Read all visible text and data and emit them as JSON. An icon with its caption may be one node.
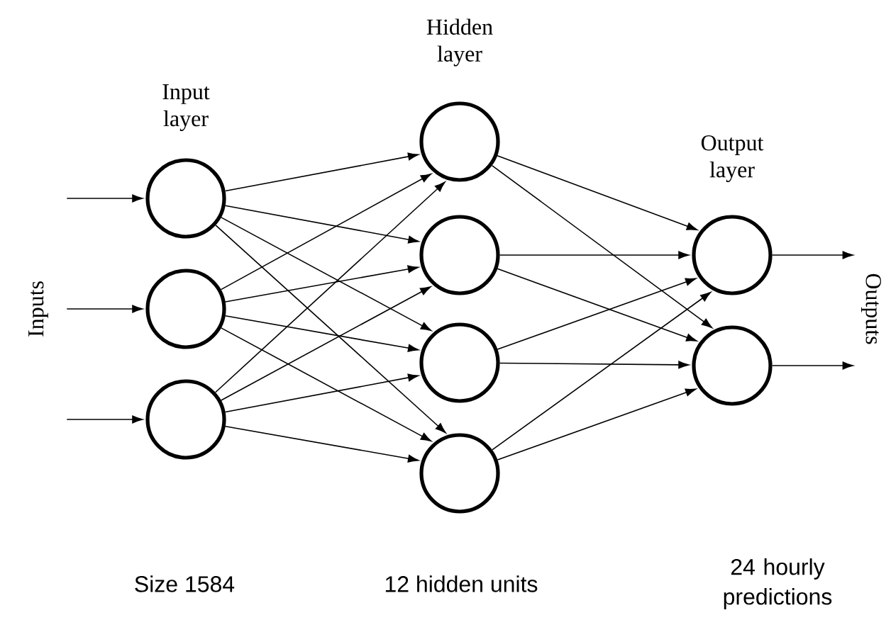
{
  "diagram": {
    "nodes": [
      {
        "text": [],
        "shape": "circle",
        "beside": [
          "Input layer"
        ]
      },
      {
        "text": [],
        "shape": "circle"
      },
      {
        "text": [],
        "shape": "circle"
      },
      {
        "text": [],
        "shape": "circle",
        "beside": [
          "Hidden layer"
        ]
      },
      {
        "text": [],
        "shape": "circle"
      },
      {
        "text": [],
        "shape": "circle"
      },
      {
        "text": [],
        "shape": "circle",
        "beside": [
          "12 hidden units"
        ]
      },
      {
        "text": [],
        "shape": "circle",
        "beside": [
          "Output layer"
        ]
      },
      {
        "text": [],
        "shape": "circle"
      },
      {
        "text": [
          "Inputs"
        ]
      },
      {
        "text": [
          "Outputs"
        ]
      }
    ],
    "edges": [
      {
        "from": 9,
        "to": 0,
        "arrow": "to"
      },
      {
        "from": 9,
        "to": 1,
        "arrow": "to"
      },
      {
        "from": 9,
        "to": 2,
        "arrow": "to"
      },
      {
        "from": 0,
        "to": 3,
        "arrow": "to"
      },
      {
        "from": 0,
        "to": 4,
        "arrow": "to"
      },
      {
        "from": 0,
        "to": 5,
        "arrow": "to"
      },
      {
        "from": 0,
        "to": 6,
        "arrow": "to"
      },
      {
        "from": 1,
        "to": 3,
        "arrow": "to"
      },
      {
        "from": 1,
        "to": 4,
        "arrow": "to"
      },
      {
        "from": 1,
        "to": 5,
        "arrow": "to"
      },
      {
        "from": 1,
        "to": 6,
        "arrow": "to"
      },
      {
        "from": 2,
        "to": 3,
        "arrow": "to"
      },
      {
        "from": 2,
        "to": 4,
        "arrow": "to"
      },
      {
        "from": 2,
        "to": 5,
        "arrow": "to"
      },
      {
        "from": 2,
        "to": 6,
        "arrow": "to"
      },
      {
        "from": 3,
        "to": 7,
        "arrow": "to"
      },
      {
        "from": 3,
        "to": 8,
        "arrow": "to"
      },
      {
        "from": 4,
        "to": 7,
        "arrow": "to"
      },
      {
        "from": 4,
        "to": 8,
        "arrow": "to"
      },
      {
        "from": 5,
        "to": 7,
        "arrow": "to"
      },
      {
        "from": 5,
        "to": 8,
        "arrow": "to"
      },
      {
        "from": 6,
        "to": 7,
        "arrow": "to"
      },
      {
        "from": 6,
        "to": 8,
        "arrow": "to"
      },
      {
        "from": 7,
        "to": 10,
        "arrow": "to"
      },
      {
        "from": 8,
        "to": 10,
        "arrow": "to"
      }
    ],
    "labels": [
      "Size 1584",
      "24 hourly predictions"
    ]
  }
}
